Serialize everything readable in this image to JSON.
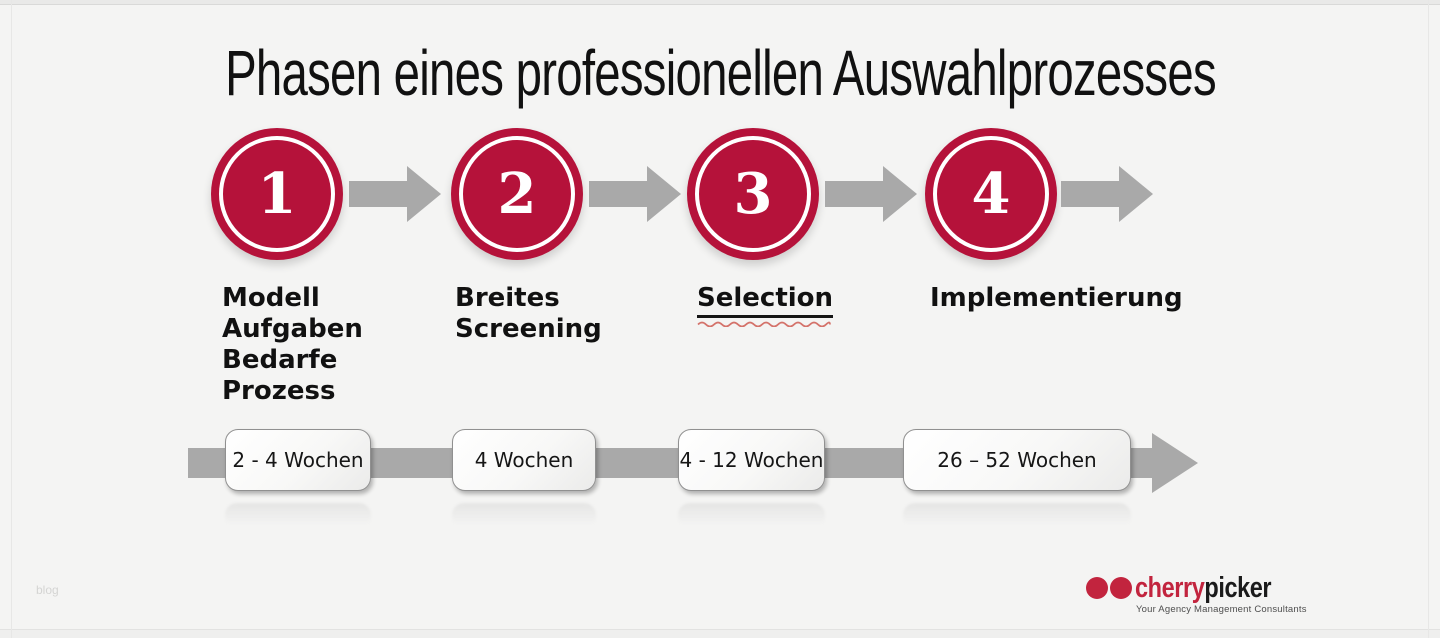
{
  "title": "Phasen eines professionellen Auswahlprozesses",
  "phases": [
    {
      "number": "1",
      "label_lines": [
        "Modell",
        "Aufgaben",
        "Bedarfe",
        "Prozess"
      ],
      "duration": "2 - 4 Wochen"
    },
    {
      "number": "2",
      "label_lines": [
        "Breites",
        "Screening"
      ],
      "duration": "4 Wochen"
    },
    {
      "number": "3",
      "label_lines": [
        "Selection"
      ],
      "duration": "4 - 12 Wochen",
      "spellcheck_underline": "true"
    },
    {
      "number": "4",
      "label_lines": [
        "Implementierung"
      ],
      "duration": "26 – 52 Wochen"
    }
  ],
  "watermark": "blog",
  "logo": {
    "brand_first": "cherry",
    "brand_second": "picker",
    "tagline": "Your Agency Management Consultants"
  },
  "colors": {
    "phase_red": "#b5123a",
    "logo_red": "#c2243e",
    "arrow_gray": "#a9a9a9",
    "background": "#f4f4f3",
    "spellcheck_wave": "#d4726a"
  }
}
